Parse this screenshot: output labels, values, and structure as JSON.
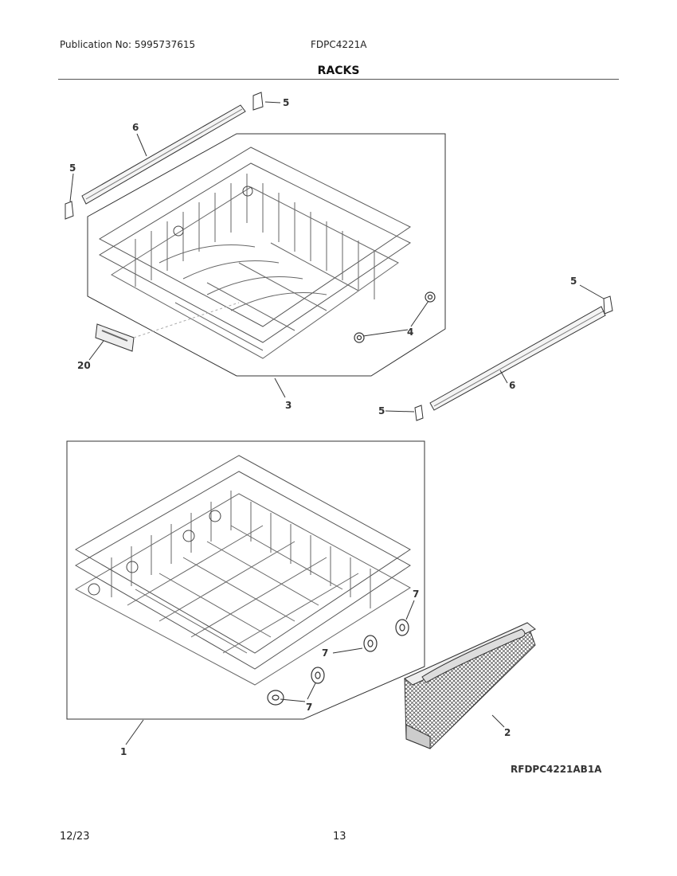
{
  "header": {
    "publication": "Publication No: 5995737615",
    "model": "FDPC4221A",
    "section_title": "RACKS"
  },
  "callouts": {
    "c1": "1",
    "c2": "2",
    "c3": "3",
    "c4": "4",
    "c5a": "5",
    "c5b": "5",
    "c5c": "5",
    "c5d": "5",
    "c6a": "6",
    "c6b": "6",
    "c7a": "7",
    "c7b": "7",
    "c7c": "7",
    "c20": "20"
  },
  "diagram_code": "RFDPC4221AB1A",
  "footer": {
    "date": "12/23",
    "page": "13"
  }
}
